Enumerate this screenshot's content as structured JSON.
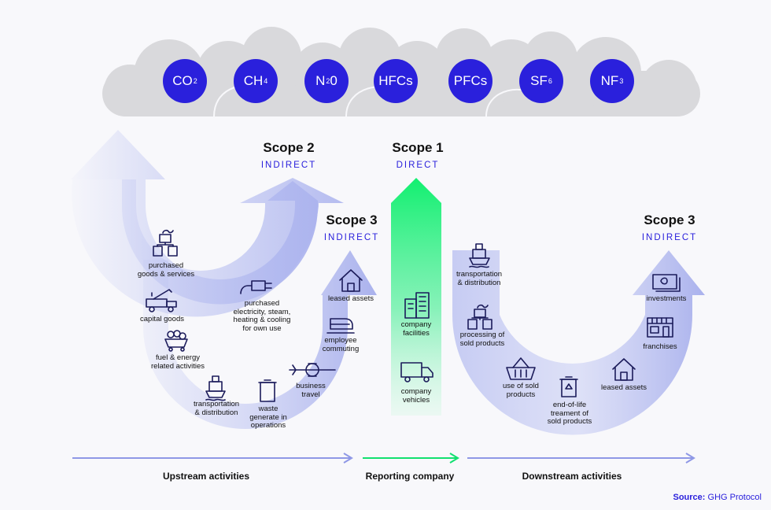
{
  "gases": [
    {
      "base": "CO",
      "sub": "2",
      "icon": "co2"
    },
    {
      "base": "CH",
      "sub": "4",
      "icon": "ch4"
    },
    {
      "base": "N",
      "sub": "2",
      "suffix": "0",
      "icon": "n2o"
    },
    {
      "base": "HFCs",
      "sub": "",
      "icon": "hfcs"
    },
    {
      "base": "PFCs",
      "sub": "",
      "icon": "pfcs"
    },
    {
      "base": "SF",
      "sub": "6",
      "icon": "sf6"
    },
    {
      "base": "NF",
      "sub": "3",
      "icon": "nf3"
    }
  ],
  "scopes": {
    "scope2": {
      "title": "Scope 2",
      "subtitle": "INDIRECT"
    },
    "scope1": {
      "title": "Scope 1",
      "subtitle": "DIRECT"
    },
    "scope3_up": {
      "title": "Scope 3",
      "subtitle": "INDIRECT"
    },
    "scope3_down": {
      "title": "Scope 3",
      "subtitle": "INDIRECT"
    }
  },
  "upstream_items": {
    "purchased_goods": "purchased\ngoods & services",
    "capital_goods": "capital goods",
    "fuel_energy": "fuel & energy\nrelated activities",
    "transport": "transportation\n& distribution",
    "waste": "waste\ngenerate in\noperations",
    "business_travel": "business\ntravel",
    "employee_commuting": "employee\ncommuting",
    "leased_assets": "leased assets",
    "purchased_electricity": "purchased\nelectricity, steam,\nheating & cooling\nfor own use"
  },
  "company_items": {
    "facilities": "company\nfacilities",
    "vehicles": "company\nvehicles"
  },
  "downstream_items": {
    "transport": "transportation\n& distribution",
    "processing": "processing of\nsold products",
    "use": "use of sold\nproducts",
    "end_of_life": "end-of-life\ntreament of\nsold products",
    "leased_assets": "leased assets",
    "franchises": "franchises",
    "investments": "investments"
  },
  "bottom": {
    "upstream": "Upstream activities",
    "reporting": "Reporting company",
    "downstream": "Downstream activities"
  },
  "source": {
    "label": "Source:",
    "value": "GHG Protocol"
  },
  "colors": {
    "accent": "#2a20dc",
    "green": "#12f070",
    "cloud": "#d9d9dc",
    "band": "#b6bdf0",
    "arrow_blue": "#8f98e6"
  }
}
